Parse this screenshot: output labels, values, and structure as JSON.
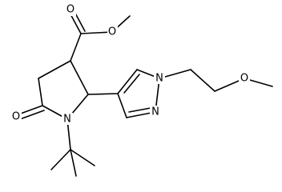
{
  "molecule": {
    "atom_labels": {
      "ester_carbonyl_o": "O",
      "ester_o": "O",
      "lactam_o": "O",
      "ring_n": "N",
      "pyrazole_n1": "N",
      "pyrazole_n2": "N",
      "ether_o": "O"
    },
    "colors": {
      "bond": "#000000",
      "label": "#000000",
      "background": "#ffffff"
    }
  }
}
